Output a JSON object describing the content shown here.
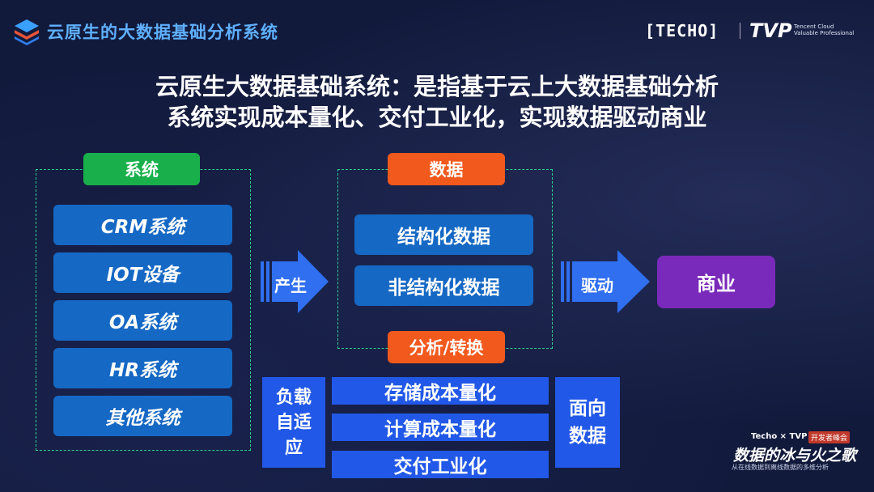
{
  "header": {
    "title": "云原生的大数据基础分析系统",
    "brand_techo": "[TECHO]",
    "brand_tvp": "TVP",
    "brand_tvp_sub": [
      "Tencent Cloud",
      "Valuable Professional"
    ]
  },
  "headline": {
    "line1": "云原生大数据基础系统：是指基于云上大数据基础分析",
    "line2": "系统实现成本量化、交付工业化，实现数据驱动商业"
  },
  "systems": {
    "tag": "系统",
    "items": [
      "CRM系统",
      "IOT设备",
      "OA系统",
      "HR系统",
      "其他系统"
    ]
  },
  "arrows": {
    "produce": "产生",
    "drive": "驱动"
  },
  "data_group": {
    "tag": "数据",
    "items": [
      "结构化数据",
      "非结构化数据"
    ]
  },
  "business": {
    "label": "商业"
  },
  "analysis": {
    "tag": "分析/转换",
    "left_label": [
      "负载",
      "自适",
      "应"
    ],
    "right_label": [
      "面向",
      "数据"
    ],
    "bars": [
      "存储成本量化",
      "计算成本量化",
      "交付工业化"
    ]
  },
  "corner": {
    "tag": "Techo × TVP",
    "badge": "开发者峰会",
    "title": "数据的冰与火之歌",
    "subtitle": "从在线数据到离线数据的多维分析"
  },
  "colors": {
    "background": "#121a3c",
    "title_blue": "#5fb0ff",
    "green": "#19b04b",
    "orange": "#f2591d",
    "blue": "#1568c4",
    "bright_blue": "#2158e8",
    "purple": "#7a2aba",
    "dash": "#2fd08f"
  }
}
